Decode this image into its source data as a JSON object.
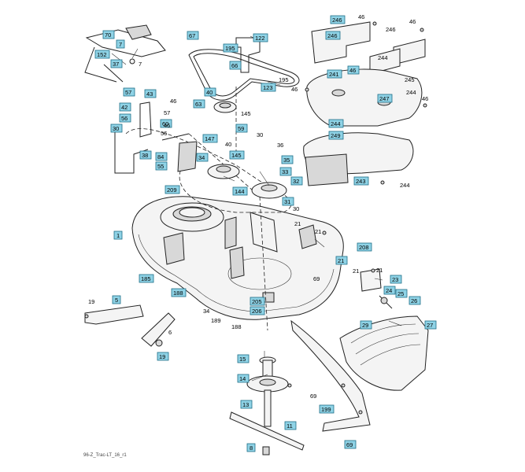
{
  "footer": {
    "code": "96-Z_Trac-LT_16_r1"
  },
  "callouts": [
    {
      "id": "c70",
      "label": "70"
    },
    {
      "id": "c7a",
      "label": "7"
    },
    {
      "id": "c152",
      "label": "152"
    },
    {
      "id": "c37",
      "label": "37"
    },
    {
      "id": "c57a",
      "label": "57"
    },
    {
      "id": "c43",
      "label": "43"
    },
    {
      "id": "c42",
      "label": "42"
    },
    {
      "id": "c56",
      "label": "56"
    },
    {
      "id": "c60",
      "label": "60"
    },
    {
      "id": "c30a",
      "label": "30"
    },
    {
      "id": "c38",
      "label": "38"
    },
    {
      "id": "c84",
      "label": "84"
    },
    {
      "id": "c55",
      "label": "55"
    },
    {
      "id": "c209",
      "label": "209"
    },
    {
      "id": "c67",
      "label": "67"
    },
    {
      "id": "c195a",
      "label": "195"
    },
    {
      "id": "c122",
      "label": "122"
    },
    {
      "id": "c66",
      "label": "66"
    },
    {
      "id": "c123",
      "label": "123"
    },
    {
      "id": "c40a",
      "label": "40"
    },
    {
      "id": "c63",
      "label": "63"
    },
    {
      "id": "c59",
      "label": "59"
    },
    {
      "id": "c147",
      "label": "147"
    },
    {
      "id": "c34a",
      "label": "34"
    },
    {
      "id": "c145b",
      "label": "145"
    },
    {
      "id": "c144",
      "label": "144"
    },
    {
      "id": "c33",
      "label": "33"
    },
    {
      "id": "c32",
      "label": "32"
    },
    {
      "id": "c31",
      "label": "31"
    },
    {
      "id": "c246a",
      "label": "246"
    },
    {
      "id": "c246b",
      "label": "246"
    },
    {
      "id": "c241",
      "label": "241"
    },
    {
      "id": "c46b",
      "label": "46"
    },
    {
      "id": "c247",
      "label": "247"
    },
    {
      "id": "c244a",
      "label": "244"
    },
    {
      "id": "c249",
      "label": "249"
    },
    {
      "id": "c35",
      "label": "35"
    },
    {
      "id": "c243",
      "label": "243"
    },
    {
      "id": "c208",
      "label": "208"
    },
    {
      "id": "c21c",
      "label": "21"
    },
    {
      "id": "c1",
      "label": "1"
    },
    {
      "id": "c185",
      "label": "185"
    },
    {
      "id": "c188",
      "label": "188"
    },
    {
      "id": "c205",
      "label": "205"
    },
    {
      "id": "c206",
      "label": "206"
    },
    {
      "id": "c23",
      "label": "23"
    },
    {
      "id": "c24",
      "label": "24"
    },
    {
      "id": "c26",
      "label": "26"
    },
    {
      "id": "c25",
      "label": "25"
    },
    {
      "id": "c29",
      "label": "29"
    },
    {
      "id": "c27",
      "label": "27"
    },
    {
      "id": "c5",
      "label": "5"
    },
    {
      "id": "c19",
      "label": "19"
    },
    {
      "id": "c15",
      "label": "15"
    },
    {
      "id": "c14",
      "label": "14"
    },
    {
      "id": "c13",
      "label": "13"
    },
    {
      "id": "c11",
      "label": "11"
    },
    {
      "id": "c8",
      "label": "8"
    },
    {
      "id": "c199",
      "label": "199"
    },
    {
      "id": "c69c",
      "label": "69"
    }
  ],
  "labels": [
    {
      "id": "t7",
      "label": "7"
    },
    {
      "id": "t46a",
      "label": "46"
    },
    {
      "id": "t57b",
      "label": "57"
    },
    {
      "id": "t46c",
      "label": "46"
    },
    {
      "id": "t56",
      "label": "56"
    },
    {
      "id": "t40b",
      "label": "40"
    },
    {
      "id": "t145a",
      "label": "145"
    },
    {
      "id": "t30b",
      "label": "30"
    },
    {
      "id": "t36",
      "label": "36"
    },
    {
      "id": "t30c",
      "label": "30"
    },
    {
      "id": "t195b",
      "label": "195"
    },
    {
      "id": "t46d",
      "label": "46"
    },
    {
      "id": "t246c",
      "label": "246"
    },
    {
      "id": "t46e",
      "label": "46"
    },
    {
      "id": "t244b",
      "label": "244"
    },
    {
      "id": "t46f",
      "label": "46"
    },
    {
      "id": "t245",
      "label": "245"
    },
    {
      "id": "t244c",
      "label": "244"
    },
    {
      "id": "t46g",
      "label": "46"
    },
    {
      "id": "t244d",
      "label": "244"
    },
    {
      "id": "t21a",
      "label": "21"
    },
    {
      "id": "t21b",
      "label": "21"
    },
    {
      "id": "t21d",
      "label": "21"
    },
    {
      "id": "t69a",
      "label": "69"
    },
    {
      "id": "t34b",
      "label": "34"
    },
    {
      "id": "t189",
      "label": "189"
    },
    {
      "id": "t188b",
      "label": "188"
    },
    {
      "id": "t19",
      "label": "19"
    },
    {
      "id": "t6",
      "label": "6"
    },
    {
      "id": "t69b",
      "label": "69"
    },
    {
      "id": "t21e",
      "label": "21"
    }
  ]
}
